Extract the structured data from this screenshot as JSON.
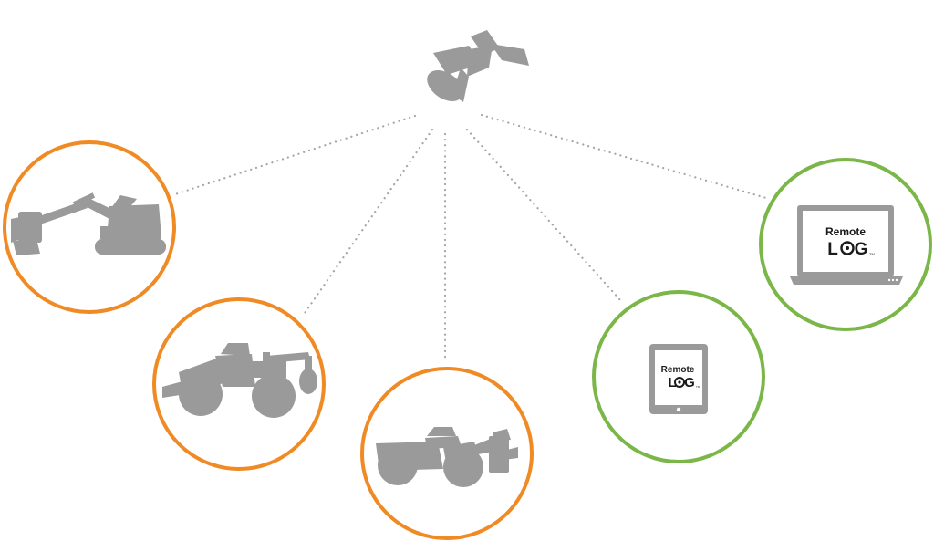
{
  "colors": {
    "machine_ring": "#f08a24",
    "device_ring": "#7ab648",
    "silhouette": "#9a9a9a",
    "link_dots": "#a6a6a6",
    "logo_text": "#1a1a1a"
  },
  "icons": {
    "hub": "satellite-icon",
    "machines": [
      "feller-buncher-icon",
      "skidder-icon",
      "wheeled-feller-buncher-icon"
    ],
    "devices": [
      "tablet-icon",
      "laptop-icon"
    ]
  },
  "logo": {
    "word": "Remote",
    "wordmark_prefix": "L",
    "wordmark_suffix": "G",
    "trademark": "TM"
  }
}
